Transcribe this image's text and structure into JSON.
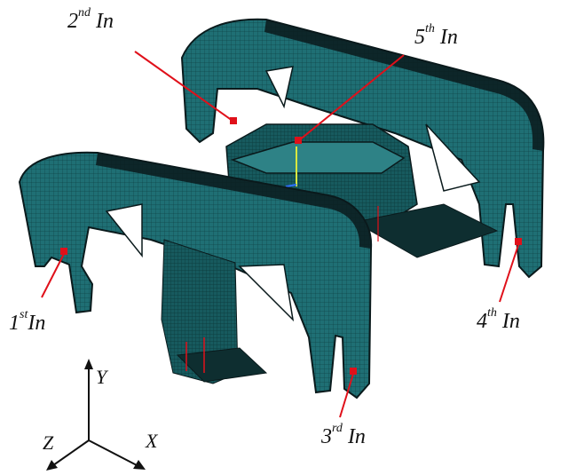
{
  "colors": {
    "mesh": "#1f6f74",
    "mesh_dark": "#0c3a3d",
    "mesh_light": "#3f9a9e",
    "rim": "#0a1a1c",
    "marker": "#e0101a",
    "axis": "#111111"
  },
  "icons": [
    "y-axis-arrow-icon",
    "x-axis-arrow-icon",
    "z-axis-arrow-icon"
  ],
  "labels": {
    "in2": {
      "ord": "2",
      "sup": "nd",
      "suffix": "In"
    },
    "in5": {
      "ord": "5",
      "sup": "th",
      "suffix": "In"
    },
    "in1": {
      "ord": "1",
      "sup": "st",
      "suffix": "In"
    },
    "in4": {
      "ord": "4",
      "sup": "th",
      "suffix": "In"
    },
    "in3": {
      "ord": "3",
      "sup": "rd",
      "suffix": "In"
    }
  },
  "axes": {
    "x": "X",
    "y": "Y",
    "z": "Z"
  }
}
